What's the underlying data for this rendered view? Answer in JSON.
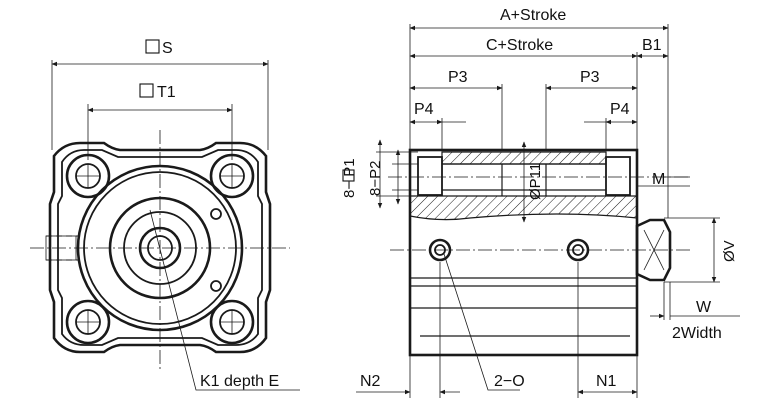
{
  "labels": {
    "s": "S",
    "t1": "T1",
    "k1_depth_e": "K1 depth E",
    "a_stroke": "A+Stroke",
    "c_stroke": "C+Stroke",
    "b1": "B1",
    "p3_left": "P3",
    "p3_right": "P3",
    "p4_left": "P4",
    "p4_right": "P4",
    "p1": "8−  P1",
    "p2": "8−P2",
    "p11": "ØP11",
    "m": "M",
    "v": "ØV",
    "w": "W",
    "two_width": "2Width",
    "n2": "N2",
    "two_o": "2−O",
    "n1": "N1"
  },
  "colors": {
    "line": "#1a1a1a",
    "background": "#ffffff"
  }
}
